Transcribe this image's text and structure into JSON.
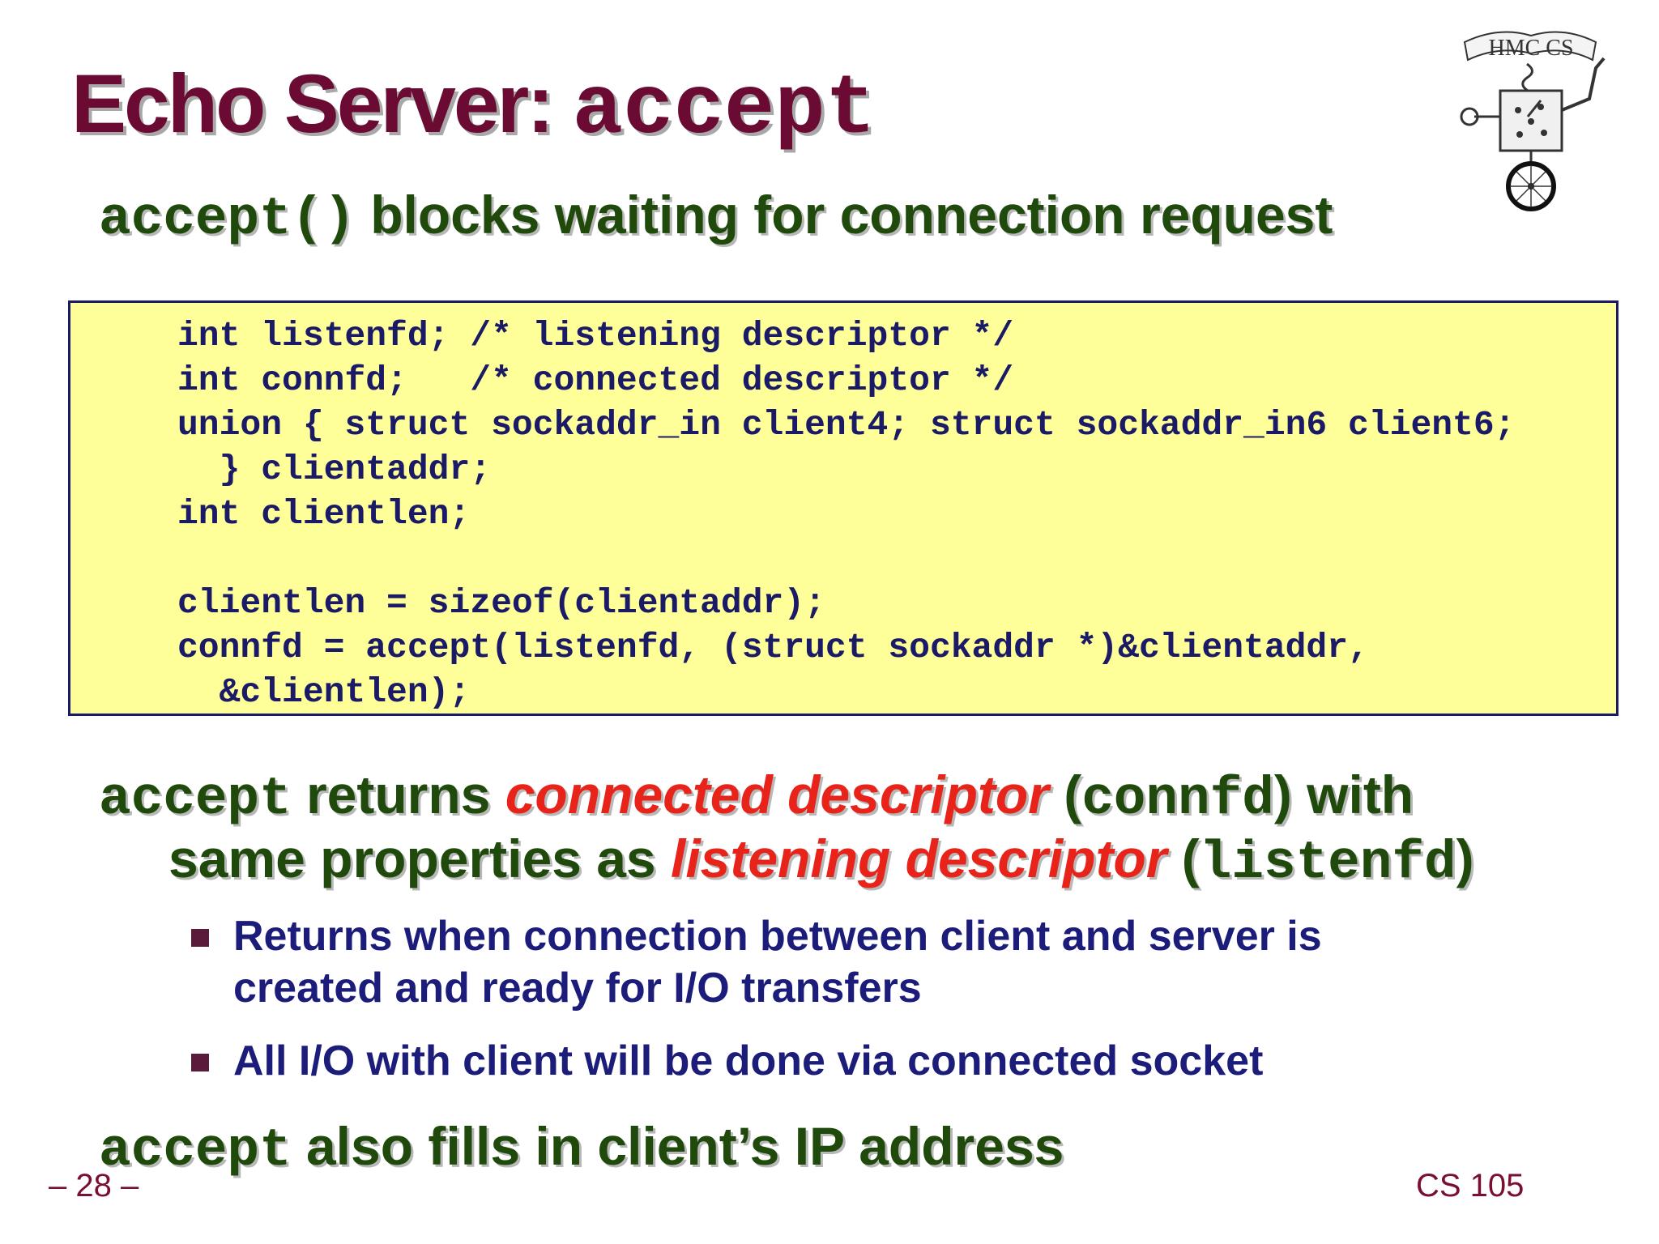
{
  "title": {
    "text": "Echo Server: ",
    "code": "accept"
  },
  "bullet1": {
    "code": "accept()",
    "text": " blocks waiting for connection request"
  },
  "code_lines": [
    "int listenfd; /* listening descriptor */",
    "int connfd;   /* connected descriptor */",
    "union { struct sockaddr_in client4; struct sockaddr_in6 client6;",
    "  } clientaddr;",
    "int clientlen;",
    "clientlen = sizeof(clientaddr);",
    "connfd = accept(listenfd, (struct sockaddr *)&clientaddr,",
    "  &clientlen);"
  ],
  "bullet2": {
    "code1": "accept",
    "t1": " returns ",
    "red1": "connected descriptor",
    "t2": " (",
    "code2": "connfd",
    "t3": ") with",
    "t4": "same properties as ",
    "red2": "listening descriptor",
    "t5": " (",
    "code3": "listenfd",
    "t6": ")"
  },
  "sub_bullets": [
    {
      "line1": "Returns when connection between client and server is",
      "line2": "created and ready for I/O transfers"
    },
    {
      "line1": "All I/O with client will be done via connected socket"
    }
  ],
  "bullet3": {
    "code": "accept",
    "text": "  also fills in client’s IP address"
  },
  "footer": {
    "page": "– 28 –",
    "course": "CS 105"
  },
  "logo": {
    "text": "HMC CS",
    "icon": "hmc-cs-robot-logo"
  },
  "colors": {
    "title": "#6b0a33",
    "bullet": "#1f4a0c",
    "emphasis": "#e8231a",
    "code_bg": "#ffff99",
    "code_text": "#1a1a66",
    "sub_bullet": "#1c1c7a",
    "footer": "#7a1030"
  }
}
